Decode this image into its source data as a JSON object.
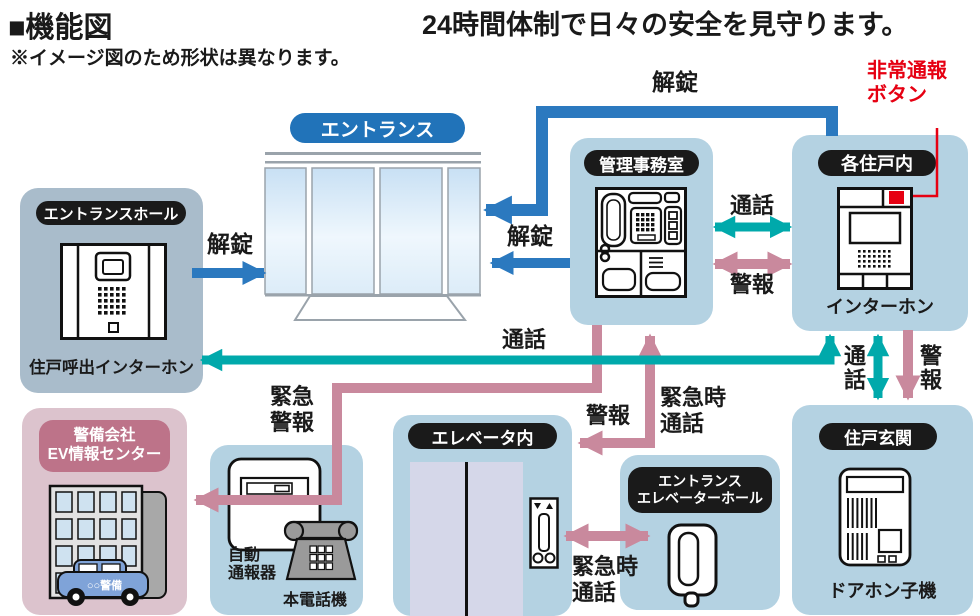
{
  "header": {
    "section_title": "■機能図",
    "main_title": "24時間体制で日々の安全を見守ります。",
    "note": "※イメージ図のため形状は異なります。"
  },
  "colors": {
    "box_blue": "#b4d2e2",
    "box_gray_blue": "#a9bccb",
    "box_pink": "#dcc3cd",
    "pill_black": "#1a1a1a",
    "pill_blue": "#2173b9",
    "pill_rose": "#bd7389",
    "arrow_blue": "#2b79bf",
    "arrow_teal": "#00a9ab",
    "arrow_pink": "#c9899d",
    "accent_red": "#e60012"
  },
  "nodes": {
    "entrance": {
      "label": "エントランス"
    },
    "entrance_hall": {
      "label": "エントランスホール",
      "caption": "住戸呼出インターホン"
    },
    "management": {
      "label": "管理事務室"
    },
    "unit": {
      "label": "各住戸内",
      "caption": "インターホン"
    },
    "security": {
      "label_line1": "警備会社",
      "label_line2": "EV情報センター",
      "car_text": "○○警備"
    },
    "reporter": {
      "caption_line1": "自動",
      "caption_line2": "通報器",
      "phone_caption": "本電話機"
    },
    "elevator": {
      "label": "エレベータ内"
    },
    "elevator_hall": {
      "label_line1": "エントランス",
      "label_line2": "エレベーターホール"
    },
    "entry": {
      "label": "住戸玄関",
      "caption": "ドアホン子機"
    }
  },
  "edges": {
    "unlock_from_unit": "解錠",
    "unlock_from_management": "解錠",
    "unlock_from_hall": "解錠",
    "call_management_unit": "通話",
    "alarm_management_unit": "警報",
    "call_unit_hall": "通話",
    "emergency_alarm_line1": "緊急",
    "emergency_alarm_line2": "警報",
    "alarm_elevator": "警報",
    "emergency_call_mgmt_line1": "緊急時",
    "emergency_call_mgmt_line2": "通話",
    "call_entry": "通話",
    "alarm_entry": "警報",
    "emergency_call_hall_line1": "緊急時",
    "emergency_call_hall_line2": "通話",
    "emergency_button_line1": "非常通報",
    "emergency_button_line2": "ボタン"
  }
}
